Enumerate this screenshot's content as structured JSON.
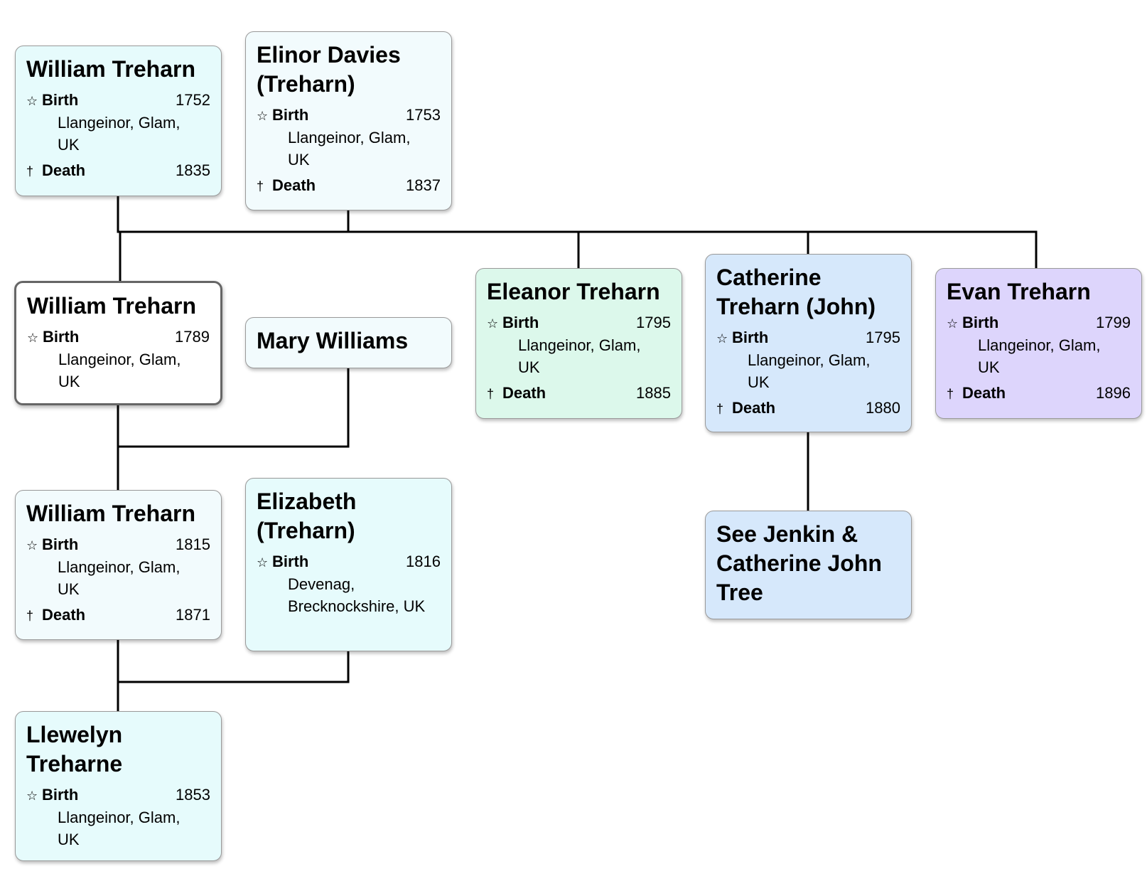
{
  "colors": {
    "aqua": "#e6fbfc",
    "pale": "#f2fbfd",
    "white": "#ffffff",
    "green": "#dcf8eb",
    "blue": "#d6e8fb",
    "purple": "#ddd5fc",
    "line": "#000000"
  },
  "icons": {
    "birth": "star-outline-icon",
    "death": "dagger-icon"
  },
  "symbols": {
    "birth": "☆",
    "death": "†"
  },
  "labels": {
    "birth": "Birth",
    "death": "Death"
  },
  "people": {
    "william_1752": {
      "name": "William Treharn",
      "birth_year": "1752",
      "birth_place": "Llangeinor, Glam, UK",
      "death_year": "1835"
    },
    "elinor": {
      "name": "Elinor Davies (Treharn)",
      "birth_year": "1753",
      "birth_place": "Llangeinor, Glam, UK",
      "death_year": "1837"
    },
    "william_1789": {
      "name": "William Treharn",
      "birth_year": "1789",
      "birth_place": "Llangeinor, Glam, UK"
    },
    "mary": {
      "name": "Mary Williams"
    },
    "eleanor": {
      "name": "Eleanor Treharn",
      "birth_year": "1795",
      "birth_place": "Llangeinor, Glam, UK",
      "death_year": "1885"
    },
    "catherine": {
      "name": "Catherine Treharn (John)",
      "birth_year": "1795",
      "birth_place": "Llangeinor, Glam, UK",
      "death_year": "1880"
    },
    "evan": {
      "name": "Evan Treharn",
      "birth_year": "1799",
      "birth_place": "Llangeinor, Glam, UK",
      "death_year": "1896"
    },
    "william_1815": {
      "name": "William Treharn",
      "birth_year": "1815",
      "birth_place": "Llangeinor, Glam, UK",
      "death_year": "1871"
    },
    "elizabeth": {
      "name": "Elizabeth (Treharn)",
      "birth_year": "1816",
      "birth_place": "Devenag, Brecknockshire, UK"
    },
    "see_jenkin": {
      "name": "See Jenkin & Catherine John Tree"
    },
    "llewelyn": {
      "name": "Llewelyn Treharne",
      "birth_year": "1853",
      "birth_place": "Llangeinor, Glam, UK"
    }
  }
}
